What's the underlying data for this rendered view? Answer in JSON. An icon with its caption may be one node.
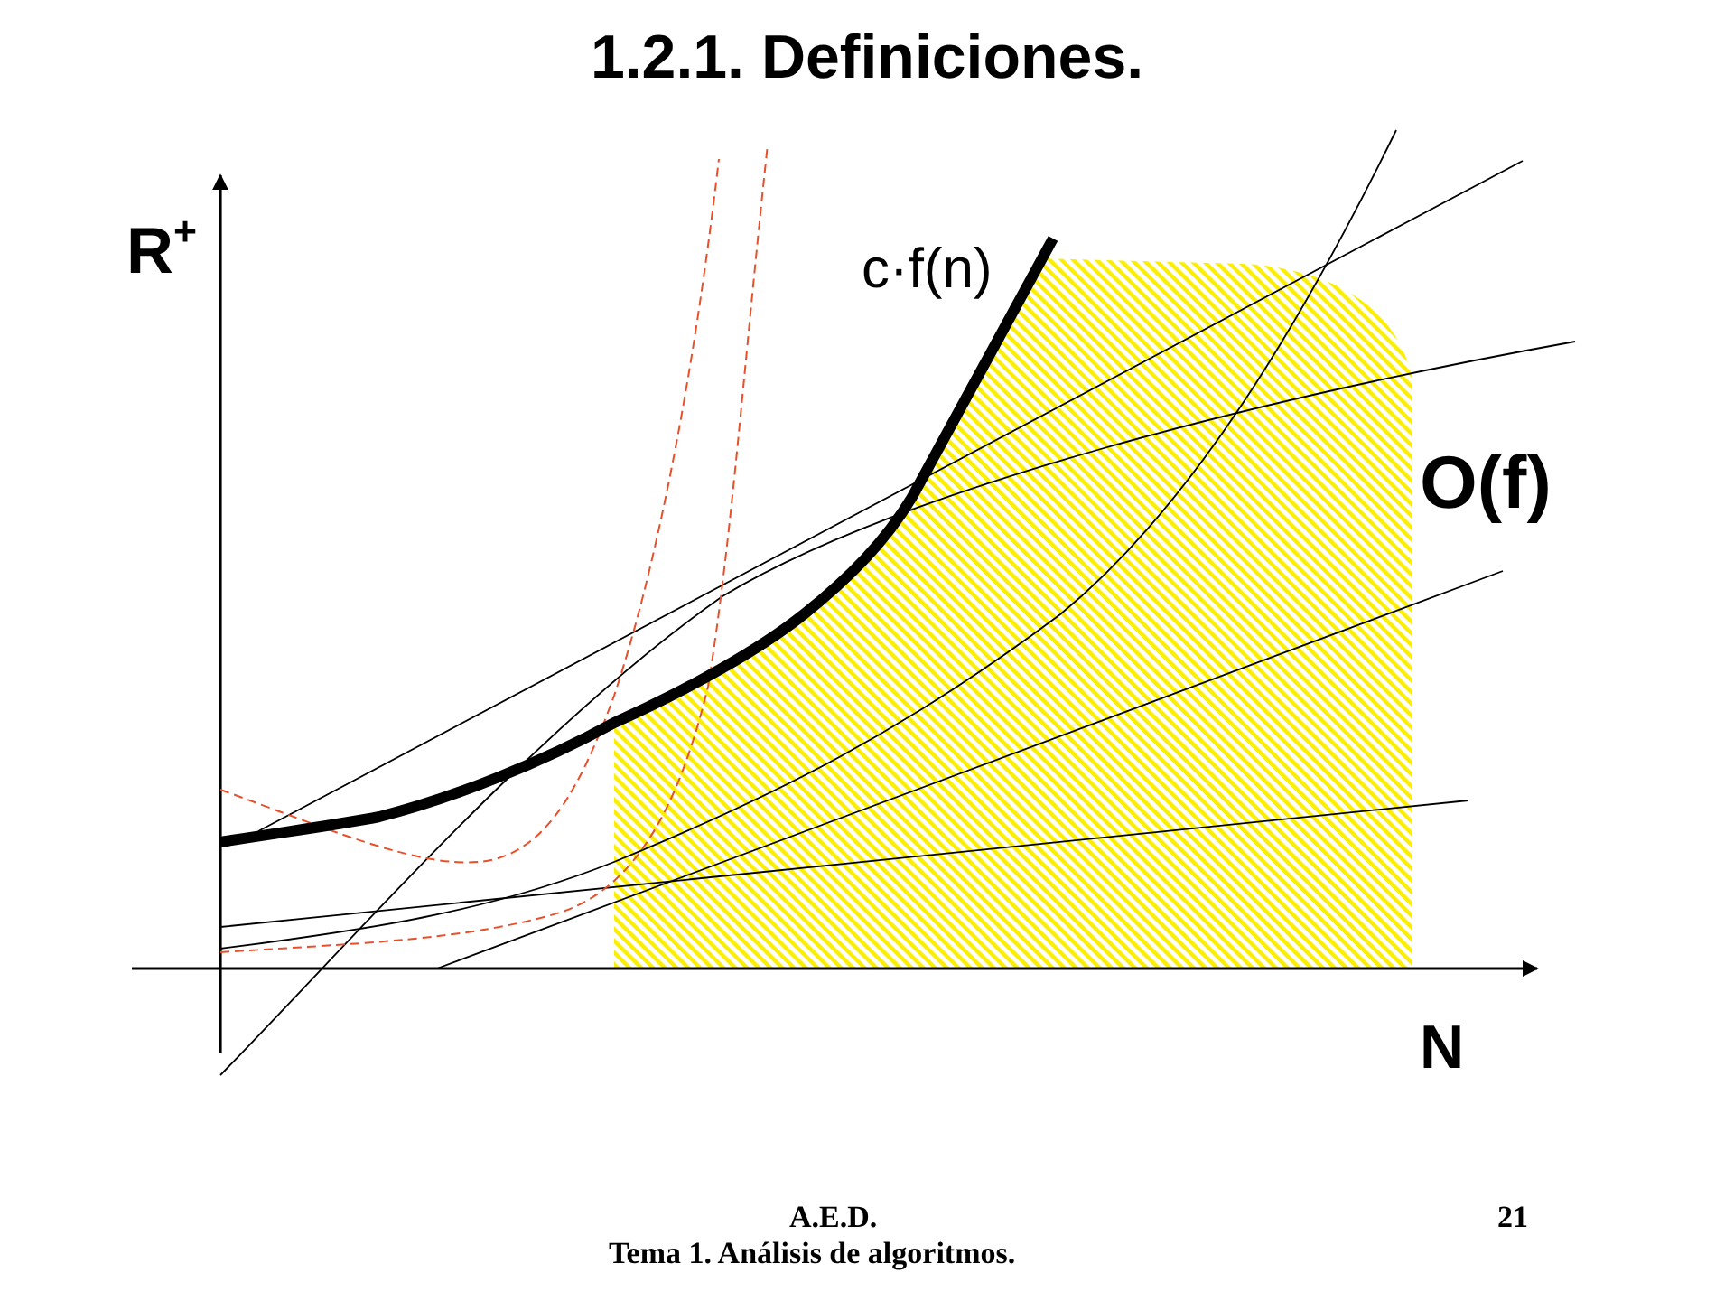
{
  "diagram": {
    "title": "1.2.1. Definiciones.",
    "labels": [
      "R$^{+}$",
      "c·f(n)",
      "O(f)",
      "N",
      "A.E.D.",
      "21",
      "Tema 1. Análisis de algoritmos."
    ]
  }
}
